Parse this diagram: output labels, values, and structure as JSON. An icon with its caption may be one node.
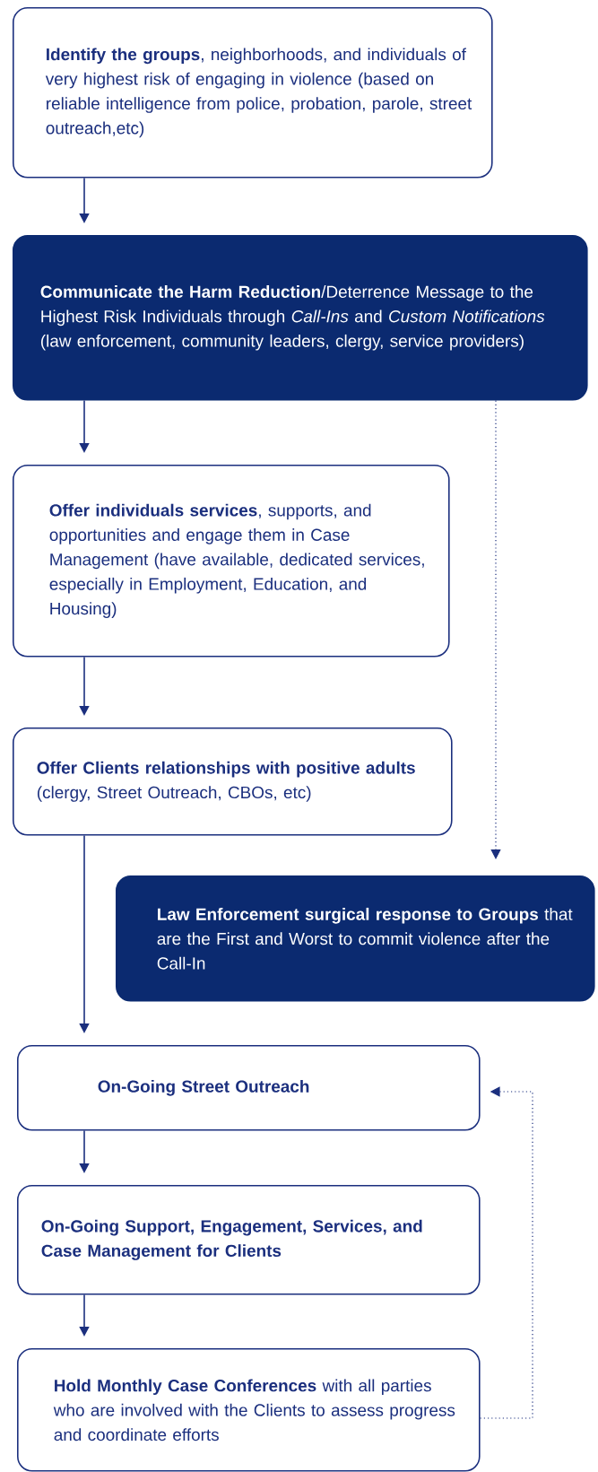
{
  "diagram": {
    "nodes": [
      {
        "text": [
          "**Identify the groups**, neighborhoods, and individuals of very highest risk of engaging in violence (based on reliable intelligence from police, probation, parole, street outreach,etc)"
        ]
      },
      {
        "text": [
          "**Communicate the Harm Reduction**/Deterrence Message to the Highest Risk Individuals through *Call-Ins* and *Custom Notifications* (law enforcement, community leaders, clergy, service providers)"
        ]
      },
      {
        "text": [
          "**Offer individuals services**, supports, and opportunities and engage them in Case Management (have available, dedicated services, especially in Employment, Education, and Housing)"
        ]
      },
      {
        "text": [
          "**Offer Clients relationships with positive adults** (clergy, Street Outreach, CBOs, etc)"
        ]
      },
      {
        "text": [
          "**Law Enforcement surgical response to Groups** that are the First and Worst to commit violence after the Call-In"
        ]
      },
      {
        "text": [
          "On-Going Street Outreach"
        ]
      },
      {
        "text": [
          "On-Going Support, Engagement, Services, and Case Management for Clients"
        ]
      },
      {
        "text": [
          "**Hold Monthly Case Conferences** with all parties who are involved with the Clients to assess progress and coordinate efforts"
        ]
      }
    ],
    "edges": [
      {
        "from": 0,
        "to": 1,
        "arrow": "to"
      },
      {
        "from": 1,
        "to": 2,
        "arrow": "to"
      },
      {
        "from": 2,
        "to": 3,
        "arrow": "to"
      },
      {
        "from": 3,
        "to": 5,
        "arrow": "to"
      },
      {
        "from": 5,
        "to": 6,
        "arrow": "to"
      },
      {
        "from": 6,
        "to": 7,
        "arrow": "to"
      },
      {
        "from": 1,
        "to": 4,
        "arrow": "to",
        "style": "dashed"
      },
      {
        "from": 7,
        "to": 5,
        "arrow": "to",
        "style": "dashed"
      }
    ]
  }
}
